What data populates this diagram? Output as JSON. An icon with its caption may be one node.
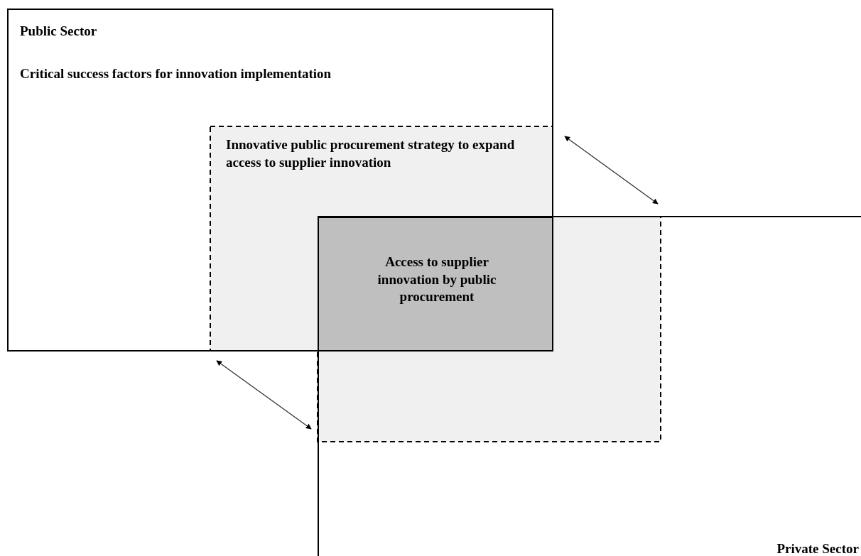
{
  "diagram": {
    "nodes": [
      {
        "text": [
          "Public Sector",
          "Critical success factors for innovation implementation"
        ]
      },
      {
        "text": [
          "Innovative public procurement strategy to expand access to supplier innovation"
        ]
      },
      {
        "text": [
          "Access to supplier innovation by public procurement"
        ]
      },
      {
        "text": [
          "Private Sector"
        ]
      }
    ],
    "edges": [
      {
        "from": 0,
        "to": 3,
        "arrow": "both"
      },
      {
        "from": 0,
        "to": 3,
        "arrow": "both"
      }
    ]
  }
}
